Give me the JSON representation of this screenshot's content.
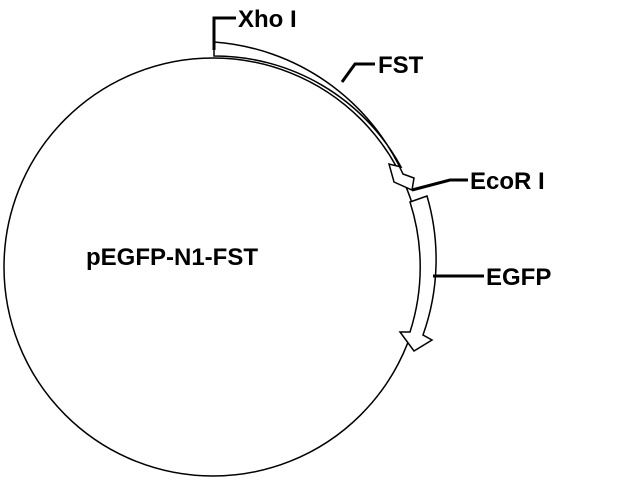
{
  "plasmid": {
    "name": "pEGFP-N1-FST"
  },
  "sites": {
    "xho": "Xho I",
    "ecor": "EcoR I"
  },
  "features": {
    "fst": "FST",
    "egfp": "EGFP"
  }
}
